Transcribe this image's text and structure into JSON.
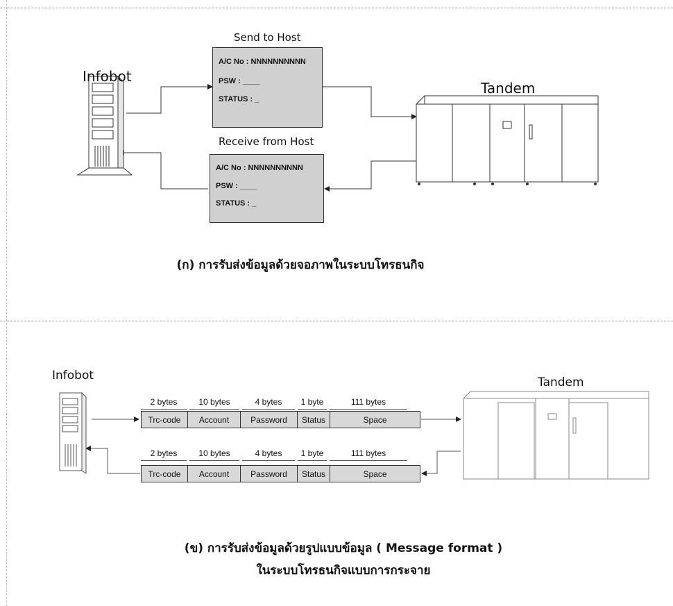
{
  "top": {
    "infobot_label": "Infobot",
    "tandem_label": "Tandem",
    "send_title": "Send to Host",
    "receive_title": "Receive from Host",
    "send_screen": {
      "acno": "A/C No : NNNNNNNNNN",
      "psw": "PSW : ____",
      "status": "STATUS : _"
    },
    "receive_screen": {
      "acno": "A/C No : NNNNNNNNNN",
      "psw": "PSW : ____",
      "status": "STATUS : _"
    },
    "caption": "(ก) การรับส่งข้อมูลด้วยจอภาพในระบบโทรธนกิจ"
  },
  "bottom": {
    "infobot_label": "Infobot",
    "tandem_label": "Tandem",
    "send_bytes": [
      "2 bytes",
      "10 bytes",
      "4 bytes",
      "1 byte",
      "111 bytes"
    ],
    "send_fields": [
      "Trc-code",
      "Account",
      "Password",
      "Status",
      "Space"
    ],
    "receive_bytes": [
      "2 bytes",
      "10 bytes",
      "4 bytes",
      "1 byte",
      "111 bytes"
    ],
    "receive_fields": [
      "Trc-code",
      "Account",
      "Password",
      "Status",
      "Space"
    ],
    "caption_line1": "(ข) การรับส่งข้อมูลด้วยรูปแบบข้อมูล ( Message format )",
    "caption_line2": "ในระบบโทรธนกิจแบบการกระจาย"
  }
}
